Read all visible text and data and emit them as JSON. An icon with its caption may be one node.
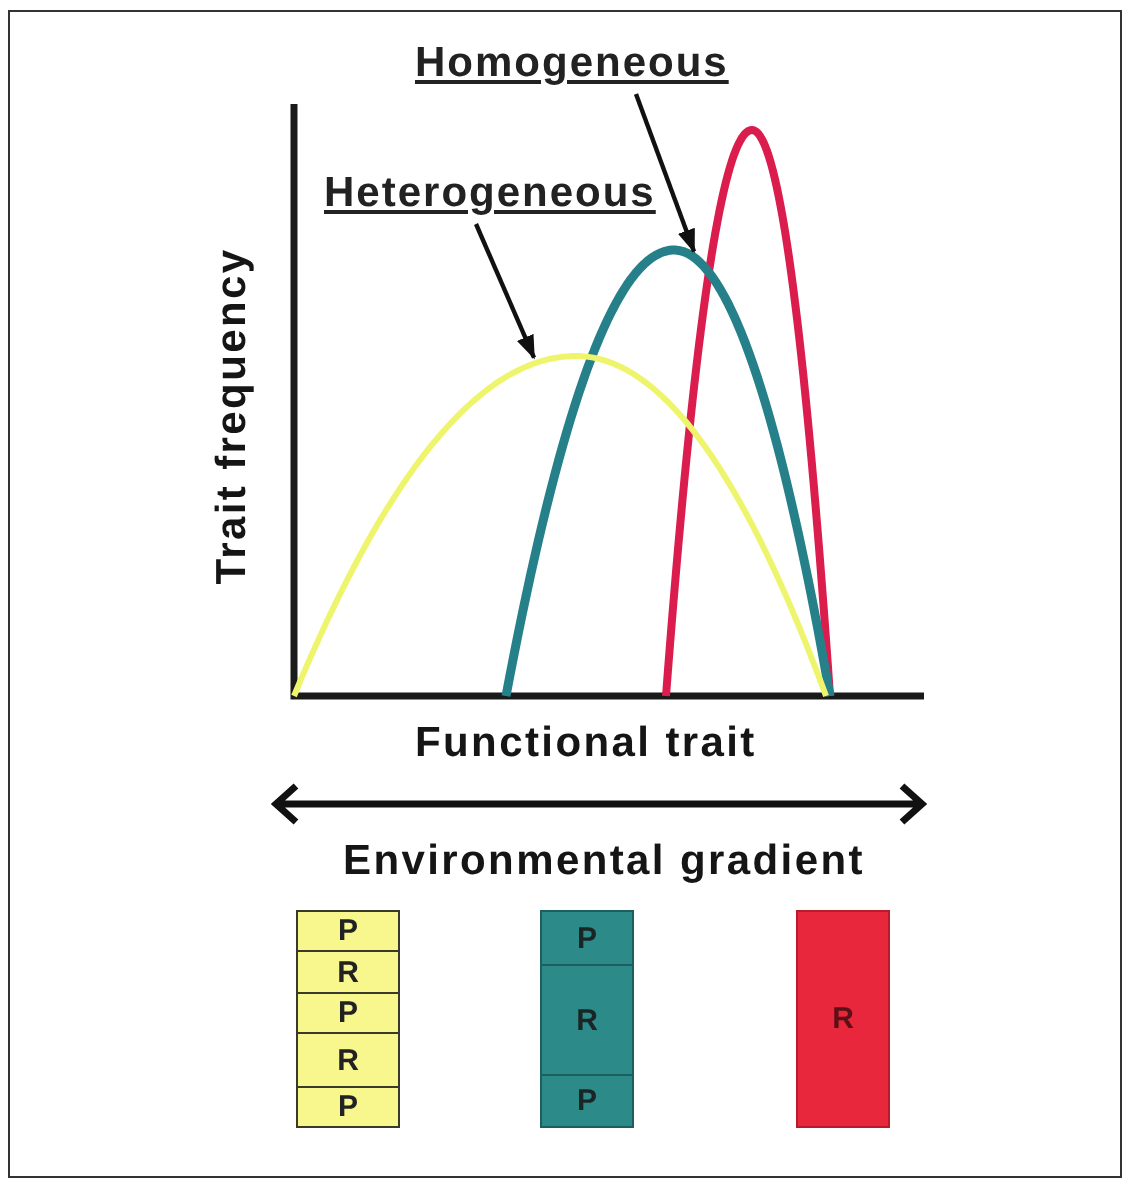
{
  "diagram": {
    "nodes": [
      {
        "text": [
          "Homogeneous"
        ]
      },
      {
        "text": [
          "Heterogeneous"
        ]
      },
      {
        "text": [],
        "shape": "curve"
      },
      {
        "text": [],
        "shape": "curve"
      },
      {
        "text": [
          "P"
        ]
      },
      {
        "text": [
          "R"
        ]
      },
      {
        "text": [
          "P"
        ]
      },
      {
        "text": [
          "R"
        ]
      },
      {
        "text": [
          "P"
        ]
      },
      {
        "text": [
          "P"
        ]
      },
      {
        "text": [
          "R"
        ]
      },
      {
        "text": [
          "P"
        ]
      },
      {
        "text": [
          "R"
        ]
      }
    ],
    "edges": [
      {
        "from": 0,
        "to": 2,
        "arrow": "to"
      },
      {
        "from": 1,
        "to": 3,
        "arrow": "to"
      }
    ],
    "labels": [
      "Trait frequency",
      "Functional trait",
      "Environmental gradient"
    ]
  }
}
